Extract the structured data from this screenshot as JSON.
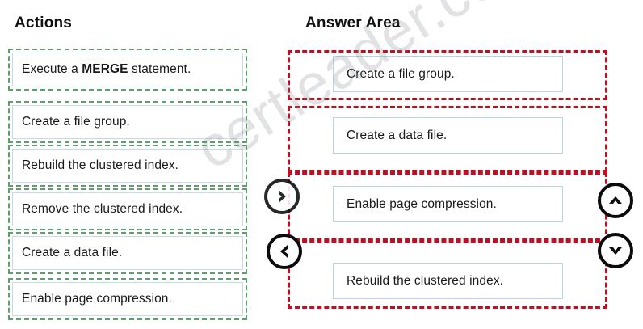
{
  "watermark": {
    "text": "certleader.com"
  },
  "actions_panel": {
    "heading": "Actions",
    "items": [
      {
        "text_before": "Execute a ",
        "text_bold": "MERGE",
        "text_after": " statement.",
        "full": "Execute a MERGE statement."
      },
      {
        "full": "Create a file group."
      },
      {
        "full": "Rebuild the clustered index."
      },
      {
        "full": "Remove the clustered index."
      },
      {
        "full": "Create a data file."
      },
      {
        "full": "Enable page compression."
      }
    ]
  },
  "answer_panel": {
    "heading": "Answer Area",
    "slots": [
      {
        "value": "Create a file group."
      },
      {
        "value": "Create a data file."
      },
      {
        "value": "Enable page compression."
      },
      {
        "value": "Rebuild the clustered index."
      }
    ]
  },
  "controls": [
    {
      "name": "move-right-button",
      "icon": "chevron-right-icon"
    },
    {
      "name": "move-left-button",
      "icon": "chevron-left-icon"
    },
    {
      "name": "move-up-button",
      "icon": "chevron-up-icon"
    },
    {
      "name": "move-down-button",
      "icon": "chevron-down-icon"
    }
  ],
  "colors": {
    "action_border": "#5f9e6e",
    "slot_border": "#bb1122",
    "inner_border": "#bcd4dc",
    "text": "#1a1a1a",
    "watermark": "rgba(120,124,128,0.22)"
  }
}
